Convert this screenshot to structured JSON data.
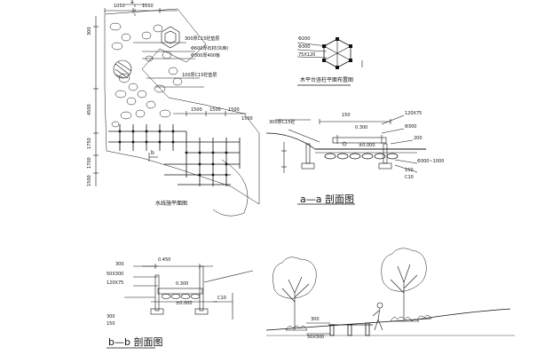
{
  "drawing": {
    "plan": {
      "caption": "水线施平面图",
      "section_mark": "a",
      "section_mark_b": "b",
      "callouts": [
        "300厚C15砼垫层",
        "Φ600厚石材(灰麻)",
        "Φ300厚400板",
        "100厚C15砼垫层"
      ],
      "dims_top": [
        "1050",
        "1050"
      ],
      "dims_left": [
        "300",
        "4500",
        "1750",
        "1700",
        "1500"
      ],
      "dims_bottom": [
        "1500",
        "1500",
        "1500",
        "1500"
      ]
    },
    "detail_hex": {
      "caption": "木平台竖柱平面布置图",
      "callouts": [
        "Φ200",
        "Φ300",
        "75X120"
      ]
    },
    "section_a": {
      "caption": "a—a 剖面图",
      "callouts_left": [
        "300厚C15砼"
      ],
      "callouts_top": [
        "150",
        "120X75",
        "Φ300",
        "200"
      ],
      "callouts_right": [
        "Φ300~1000",
        "150",
        "C10"
      ],
      "elevations": [
        "0.300",
        "±0.000"
      ]
    },
    "section_b": {
      "caption": "b—b 剖面图",
      "callouts_left": [
        "300",
        "50X300",
        "120X75",
        "300",
        "150"
      ],
      "callouts_right": [
        "C10"
      ],
      "elevations": [
        "0.450",
        "0.300",
        "±0.000"
      ]
    },
    "elevation": {
      "callouts": [
        "300",
        "50X300"
      ]
    }
  }
}
